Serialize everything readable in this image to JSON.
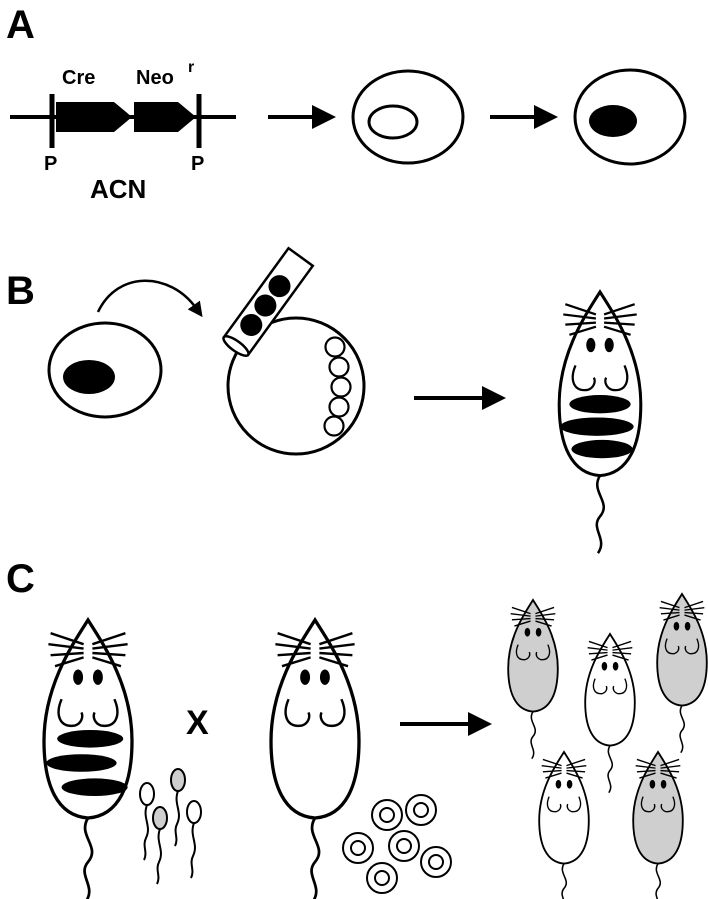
{
  "panels": {
    "a": {
      "label": "A",
      "cre_label": "Cre",
      "neo_label": "Neo",
      "neo_superscript": "r",
      "promoter_left": "P",
      "promoter_right": "P",
      "construct_name": "ACN"
    },
    "b": {
      "label": "B"
    },
    "c": {
      "label": "C",
      "cross_symbol": "X"
    }
  },
  "colors": {
    "ink": "#000000",
    "agouti_gray": "#cfcfcf",
    "background": "#ffffff"
  }
}
